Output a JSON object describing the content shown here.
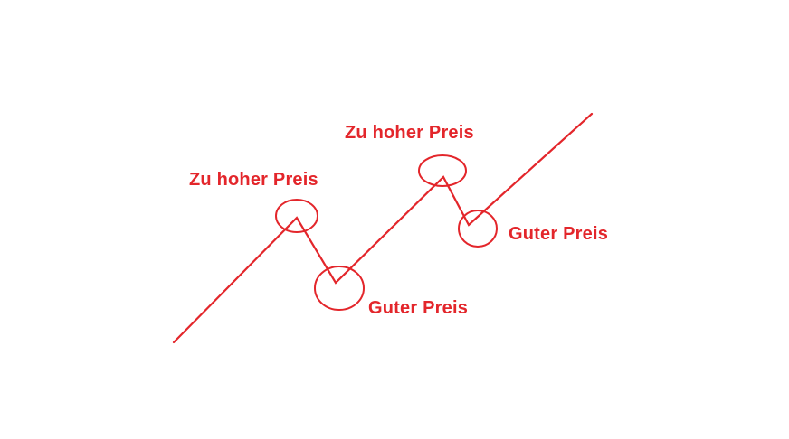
{
  "colors": {
    "line": "#e3262b",
    "text": "#e3262b",
    "background": "#ffffff"
  },
  "labels": {
    "high_price_1": "Zu hoher Preis",
    "high_price_2": "Zu hoher Preis",
    "good_price_1": "Guter Preis",
    "good_price_2": "Guter Preis"
  }
}
